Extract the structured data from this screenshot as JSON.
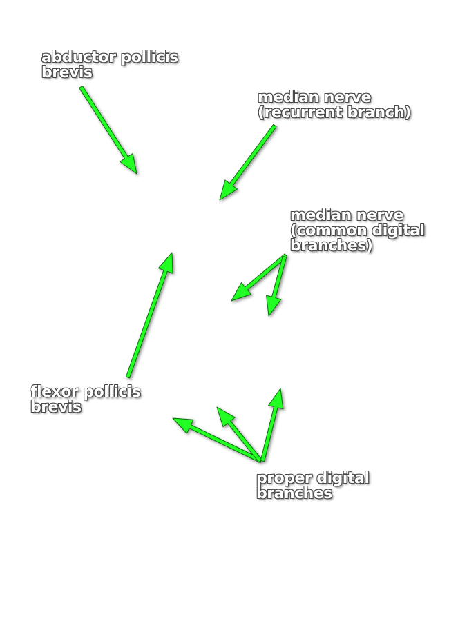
{
  "colors": {
    "arrow_fill": "#22ff22",
    "arrow_stroke": "#0a6a0a",
    "label_text": "#ffffff",
    "label_outline": "#4a4a4a",
    "background": "#ffffff"
  },
  "labels": {
    "abductor_pollicis_brevis": [
      "abductor pollicis",
      "brevis"
    ],
    "median_nerve_recurrent": [
      "median nerve",
      "(recurrent branch)"
    ],
    "median_nerve_common": [
      "median nerve",
      "(common digital",
      "branches)"
    ],
    "flexor_pollicis_brevis": [
      "flexor pollicis",
      "brevis"
    ],
    "proper_digital_branches": [
      "proper digital",
      "branches"
    ]
  }
}
